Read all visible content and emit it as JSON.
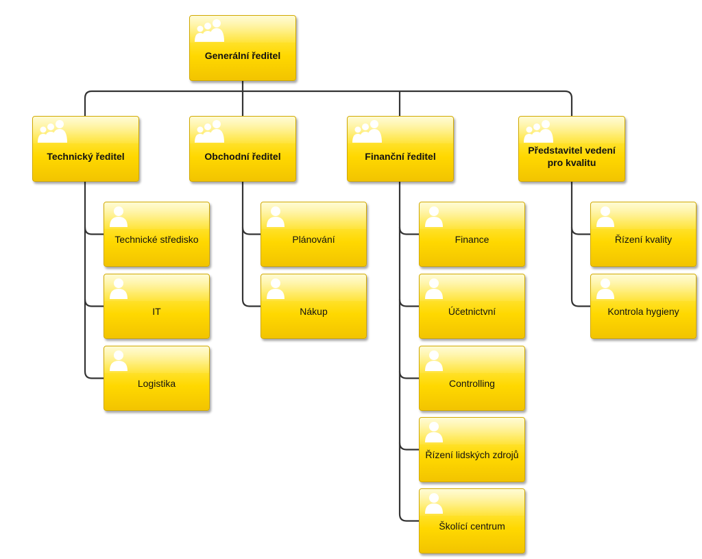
{
  "chart": {
    "nodes": [
      {
        "id": "ceo",
        "label": "Generální ředitel",
        "level": "manager",
        "icon": "group-icon"
      },
      {
        "id": "tech",
        "label": "Technický ředitel",
        "level": "manager",
        "icon": "group-icon",
        "parent": "ceo"
      },
      {
        "id": "sales",
        "label": "Obchodní ředitel",
        "level": "manager",
        "icon": "group-icon",
        "parent": "ceo"
      },
      {
        "id": "fin",
        "label": "Finanční ředitel",
        "level": "manager",
        "icon": "group-icon",
        "parent": "ceo"
      },
      {
        "id": "qual",
        "label": "Představitel vedení pro kvalitu",
        "level": "manager",
        "icon": "group-icon",
        "parent": "ceo"
      },
      {
        "id": "tech-center",
        "label": "Technické středisko",
        "level": "unit",
        "icon": "person-icon",
        "parent": "tech"
      },
      {
        "id": "it",
        "label": "IT",
        "level": "unit",
        "icon": "person-icon",
        "parent": "tech"
      },
      {
        "id": "logistics",
        "label": "Logistika",
        "level": "unit",
        "icon": "person-icon",
        "parent": "tech"
      },
      {
        "id": "planning",
        "label": "Plánování",
        "level": "unit",
        "icon": "person-icon",
        "parent": "sales"
      },
      {
        "id": "purchase",
        "label": "Nákup",
        "level": "unit",
        "icon": "person-icon",
        "parent": "sales"
      },
      {
        "id": "finance",
        "label": "Finance",
        "level": "unit",
        "icon": "person-icon",
        "parent": "fin"
      },
      {
        "id": "accounting",
        "label": "Účetnictvní",
        "level": "unit",
        "icon": "person-icon",
        "parent": "fin"
      },
      {
        "id": "controlling",
        "label": "Controlling",
        "level": "unit",
        "icon": "person-icon",
        "parent": "fin"
      },
      {
        "id": "hr",
        "label": "Řízení lidských zdrojů",
        "level": "unit",
        "icon": "person-icon",
        "parent": "fin"
      },
      {
        "id": "training",
        "label": "Školící centrum",
        "level": "unit",
        "icon": "person-icon",
        "parent": "fin"
      },
      {
        "id": "quality-mgmt",
        "label": "Řízení kvality",
        "level": "unit",
        "icon": "person-icon",
        "parent": "qual"
      },
      {
        "id": "hygiene",
        "label": "Kontrola hygieny",
        "level": "unit",
        "icon": "person-icon",
        "parent": "qual"
      }
    ]
  },
  "colors": {
    "node_fill": "#ffd800",
    "node_border": "#d0a800",
    "connector": "#333333"
  }
}
